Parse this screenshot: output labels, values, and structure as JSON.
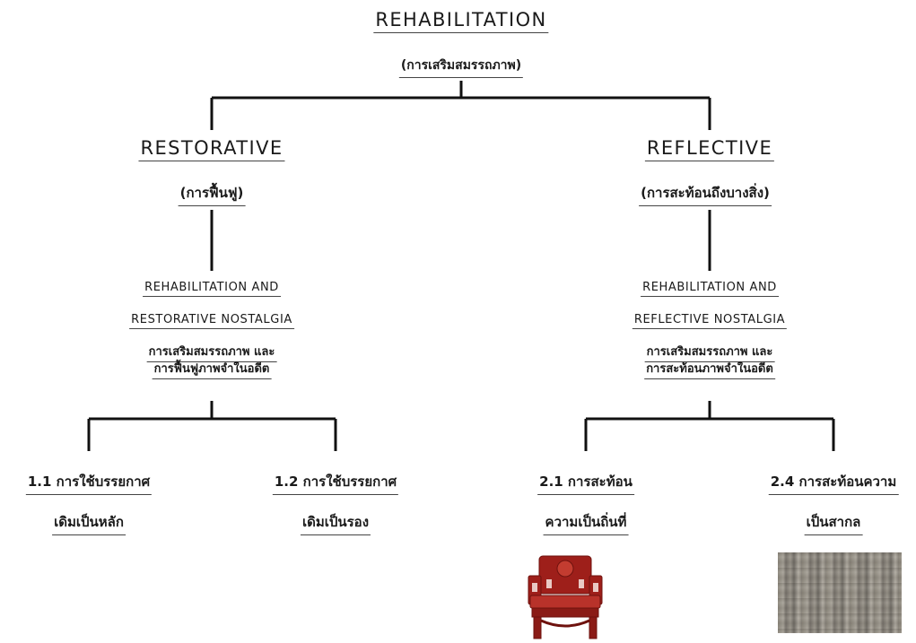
{
  "root": {
    "title": "REHABILITATION",
    "subtitle": "(การเสริมสมรรถภาพ)"
  },
  "left": {
    "title": "RESTORATIVE",
    "subtitle": "(การฟื้นฟู)",
    "concept_en_1": "REHABILITATION AND",
    "concept_en_2": "RESTORATIVE NOSTALGIA",
    "concept_th_1": "การเสริมสมรรถภาพ และ",
    "concept_th_2": "การฟื้นฟูภาพจำในอดีต",
    "children": [
      {
        "line1": "1.1 การใช้บรรยกาศ",
        "line2": "เดิมเป็นหลัก"
      },
      {
        "line1": "1.2 การใช้บรรยกาศ",
        "line2": "เดิมเป็นรอง"
      }
    ]
  },
  "right": {
    "title": "REFLECTIVE",
    "subtitle": "(การสะท้อนถึงบางสิ่ง)",
    "concept_en_1": "REHABILITATION AND",
    "concept_en_2": "REFLECTIVE NOSTALGIA",
    "concept_th_1": "การเสริมสมรรถภาพ และ",
    "concept_th_2": "การสะท้อนภาพจำในอดีต",
    "children": [
      {
        "line1": "2.1 การสะท้อน",
        "line2": "ความเป็นถิ่นที่"
      },
      {
        "line1": "2.4 การสะท้อนความ",
        "line2": "เป็นสากล"
      }
    ]
  },
  "colors": {
    "line": "#111111",
    "text": "#1a1a1a",
    "chair": "#9e1f1a"
  }
}
